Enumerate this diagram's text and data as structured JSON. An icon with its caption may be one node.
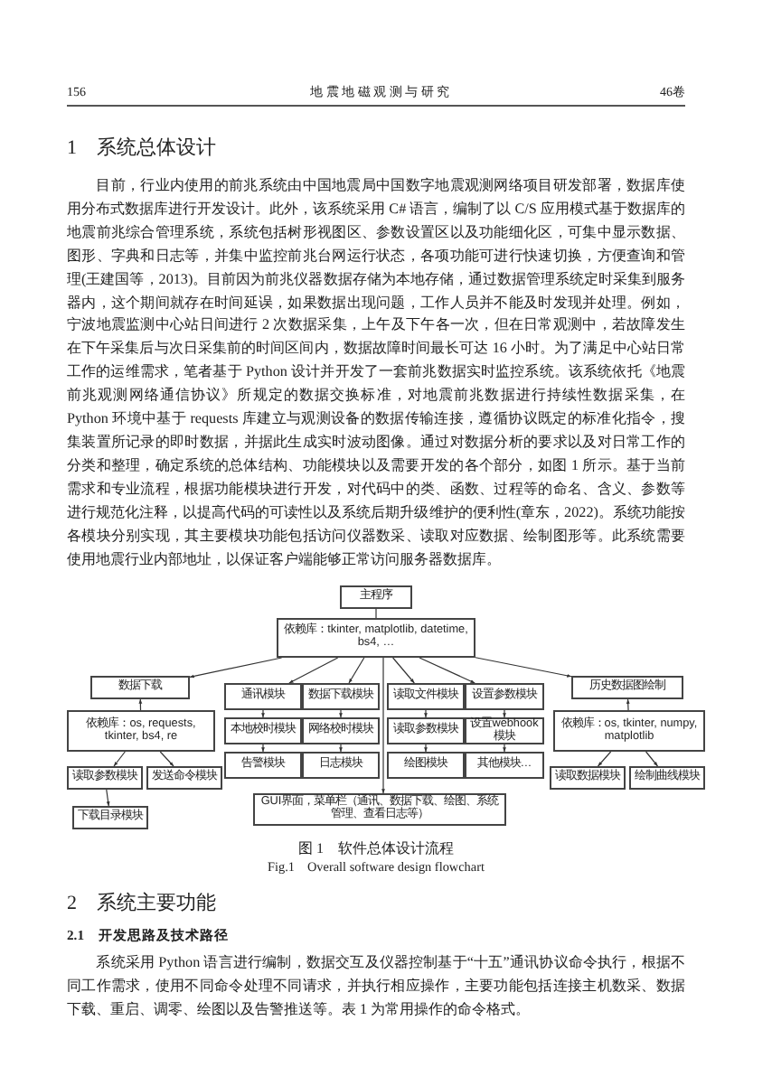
{
  "diagram": {
    "caption": "图 1　软件总体设计流程",
    "nodes": [
      {
        "text": [
          "主程序"
        ]
      },
      {
        "text": [
          "依赖库：tkinter, matplotlib, datetime, bs4, …"
        ]
      },
      {
        "text": [
          "数据下载"
        ]
      },
      {
        "text": [
          "依赖库：os, requests, tkinter, bs4, re"
        ]
      },
      {
        "text": [
          "读取参数模块"
        ]
      },
      {
        "text": [
          "发送命令模块"
        ]
      },
      {
        "text": [
          "下载目录模块"
        ]
      },
      {
        "text": [
          "通讯模块"
        ]
      },
      {
        "text": [
          "数据下载模块"
        ]
      },
      {
        "text": [
          "读取文件模块"
        ]
      },
      {
        "text": [
          "设置参数模块"
        ]
      },
      {
        "text": [
          "本地校时模块"
        ]
      },
      {
        "text": [
          "网络校时模块"
        ]
      },
      {
        "text": [
          "读取参数模块"
        ]
      },
      {
        "text": [
          "设置webhook模块"
        ]
      },
      {
        "text": [
          "告警模块"
        ]
      },
      {
        "text": [
          "日志模块"
        ]
      },
      {
        "text": [
          "绘图模块"
        ]
      },
      {
        "text": [
          "其他模块…"
        ]
      },
      {
        "text": [
          "GUI界面，菜单栏（通讯、数据下载、绘图、系统管理、查看日志等）"
        ]
      },
      {
        "text": [
          "历史数据图绘制"
        ]
      },
      {
        "text": [
          "依赖库：os, tkinter, numpy, matplotlib"
        ]
      },
      {
        "text": [
          "读取数据模块"
        ]
      },
      {
        "text": [
          "绘制曲线模块"
        ]
      }
    ],
    "edges": [
      {
        "from": 0,
        "to": 1,
        "arrow": "none"
      },
      {
        "from": 1,
        "to": 2,
        "arrow": "to"
      },
      {
        "from": 1,
        "to": 7,
        "arrow": "to"
      },
      {
        "from": 1,
        "to": 8,
        "arrow": "to"
      },
      {
        "from": 1,
        "to": 9,
        "arrow": "to"
      },
      {
        "from": 1,
        "to": 10,
        "arrow": "to"
      },
      {
        "from": 1,
        "to": 20,
        "arrow": "to"
      },
      {
        "from": 1,
        "to": 19,
        "arrow": "to"
      },
      {
        "from": 3,
        "to": 2,
        "arrow": "to"
      },
      {
        "from": 3,
        "to": 4,
        "arrow": "to"
      },
      {
        "from": 3,
        "to": 5,
        "arrow": "to"
      },
      {
        "from": 4,
        "to": 6,
        "arrow": "to"
      },
      {
        "from": 7,
        "to": 11,
        "arrow": "to"
      },
      {
        "from": 8,
        "to": 12,
        "arrow": "to"
      },
      {
        "from": 9,
        "to": 13,
        "arrow": "to"
      },
      {
        "from": 10,
        "to": 14,
        "arrow": "to"
      },
      {
        "from": 11,
        "to": 15,
        "arrow": "to"
      },
      {
        "from": 12,
        "to": 16,
        "arrow": "to"
      },
      {
        "from": 13,
        "to": 17,
        "arrow": "to"
      },
      {
        "from": 14,
        "to": 18,
        "arrow": "to"
      },
      {
        "from": 21,
        "to": 20,
        "arrow": "to"
      },
      {
        "from": 21,
        "to": 22,
        "arrow": "to"
      },
      {
        "from": 21,
        "to": 23,
        "arrow": "to"
      }
    ],
    "labels": [
      "156",
      "地 震 地 磁 观 测 与 研 究",
      "46卷",
      "1　系统总体设计",
      "目前，行业内使用的前兆系统由中国地震局中国数字地震观测网络项目研发部署，数据库使用分布式数据库进行开发设计。此外，该系统采用 C# 语言，编制了以 C/S 应用模式基于数据库的地震前兆综合管理系统，系统包括树形视图区、参数设置区以及功能细化区，可集中显示数据、图形、字典和日志等，并集中监控前兆台网运行状态，各项功能可进行快速切换，方便查询和管理(王建国等，2013)。目前因为前兆仪器数据存储为本地存储，通过数据管理系统定时采集到服务器内，这个期间就存在时间延误，如果数据出现问题，工作人员并不能及时发现并处理。例如，宁波地震监测中心站日间进行 2 次数据采集，上午及下午各一次，但在日常观测中，若故障发生在下午采集后与次日采集前的时间区间内，数据故障时间最长可达 16 小时。为了满足中心站日常工作的运维需求，笔者基于 Python 设计并开发了一套前兆数据实时监控系统。该系统依托《地震前兆观测网络通信协议》所规定的数据交换标准，对地震前兆数据进行持续性数据采集，在 Python 环境中基于 requests 库建立与观测设备的数据传输连接，遵循协议既定的标准化指令，搜集装置所记录的即时数据，并据此生成实时波动图像。通过对数据分析的要求以及对日常工作的分类和整理，确定系统的总体结构、功能模块以及需要开发的各个部分，如图 1 所示。基于当前需求和专业流程，根据功能模块进行开发，对代码中的类、函数、过程等的命名、含义、参数等进行规范化注释，以提高代码的可读性以及系统后期升级维护的便利性(章东，2022)。系统功能按各模块分别实现，其主要模块功能包括访问仪器数采、读取对应数据、绘制图形等。此系统需要使用地震行业内部地址，以保证客户端能够正常访问服务器数据库。",
      "Fig.1　Overall software design flowchart",
      "2　系统主要功能",
      "2.1　开发思路及技术路径",
      "系统采用 Python 语言进行编制，数据交互及仪器控制基于“十五”通讯协议命令执行，根据不同工作需求，使用不同命令处理不同请求，并执行相应操作，主要功能包括连接主机数采、数据下载、重启、调零、绘图以及告警推送等。表 1 为常用操作的命令格式。"
    ]
  }
}
